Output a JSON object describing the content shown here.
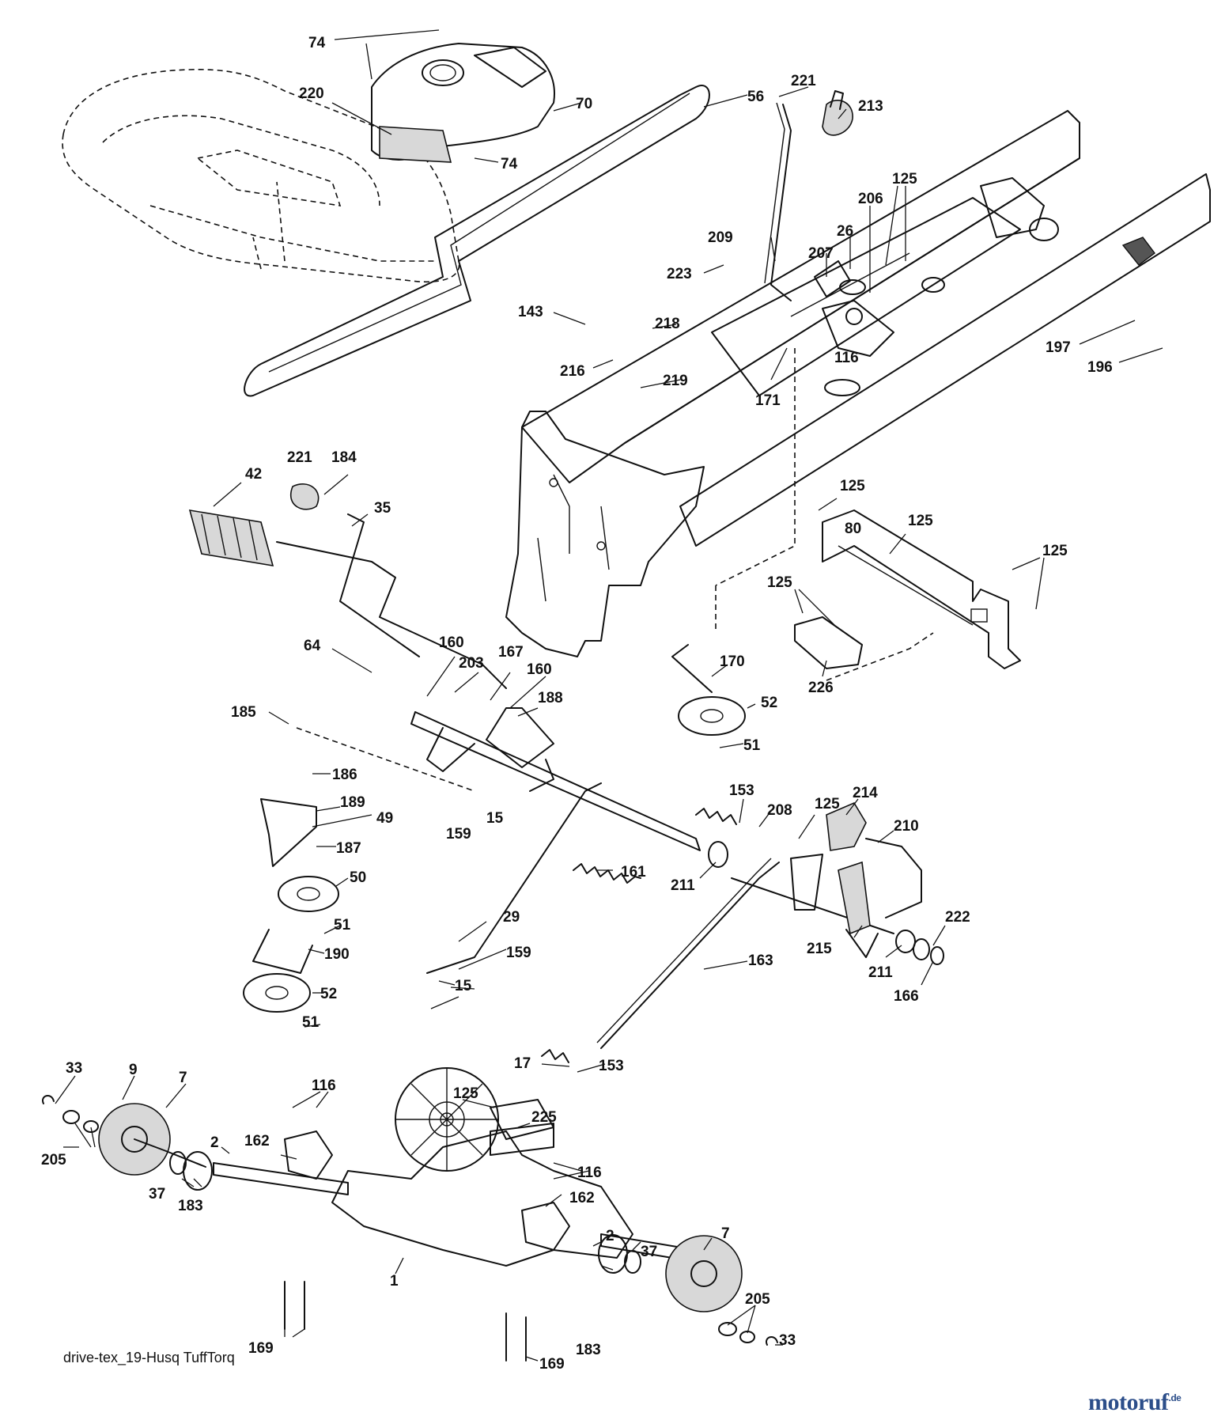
{
  "caption": "drive-tex_19-Husq TuffTorq",
  "watermark": {
    "main": "motoruf",
    "suffix": ".de"
  },
  "labels": [
    "74",
    "220",
    "70",
    "74",
    "56",
    "221",
    "213",
    "125",
    "206",
    "209",
    "26",
    "207",
    "223",
    "143",
    "218",
    "116",
    "197",
    "196",
    "216",
    "219",
    "171",
    "221",
    "184",
    "42",
    "35",
    "125",
    "80",
    "125",
    "125",
    "125",
    "64",
    "160",
    "203",
    "167",
    "160",
    "188",
    "170",
    "52",
    "51",
    "226",
    "185",
    "186",
    "189",
    "49",
    "187",
    "50",
    "153",
    "208",
    "125",
    "214",
    "210",
    "211",
    "161",
    "159",
    "15",
    "51",
    "190",
    "29",
    "163",
    "52",
    "15",
    "159",
    "222",
    "215",
    "211",
    "166",
    "51",
    "33",
    "9",
    "7",
    "17",
    "153",
    "116",
    "125",
    "225",
    "205",
    "162",
    "2",
    "116",
    "37",
    "183",
    "162",
    "2",
    "37",
    "7",
    "1",
    "205",
    "169",
    "183",
    "33",
    "169"
  ]
}
